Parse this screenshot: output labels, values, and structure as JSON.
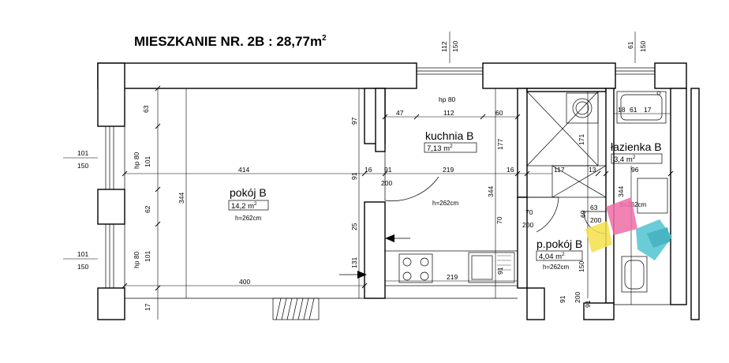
{
  "title": {
    "text": "MIESZKANIE NR. 2B : 28,77m",
    "superscript": "2"
  },
  "rooms": {
    "living": {
      "name": "pokój B",
      "area": "14,2 m",
      "area_sup": "2",
      "height": "h=262cm"
    },
    "kitchen": {
      "name": "kuchnia B",
      "area": "7,13 m",
      "area_sup": "2",
      "height": "h=262cm"
    },
    "bathroom": {
      "name": "łazienka B",
      "area": "3,4 m",
      "area_sup": "2"
    },
    "hall": {
      "name": "p.pokój B",
      "area": "4,04 m",
      "area_sup": "2",
      "height": "h=262cm"
    }
  },
  "labels": {
    "hp80_top": "hp 80",
    "hp80_left1": "hp 80",
    "hp80_left2": "hp 80"
  },
  "dimensions": {
    "d112": "112",
    "d150a": "150",
    "d61": "61",
    "d150b": "150",
    "d47": "47",
    "d112b": "112",
    "d60": "60",
    "d18": "18",
    "d61b": "61",
    "d17": "17",
    "d63": "63",
    "d97": "97",
    "d177": "177",
    "d171": "171",
    "d101a": "101",
    "d150c": "150",
    "d101b": "101",
    "d414": "414",
    "d16a": "16",
    "d91a": "91",
    "d219a": "219",
    "d16b": "16",
    "d117": "117",
    "d13": "13",
    "d96": "96",
    "d200a": "200",
    "d344a": "344",
    "d62": "62",
    "d91b": "91",
    "d344b": "344",
    "d344c": "344",
    "d70a": "70",
    "d200b": "200",
    "d69": "69",
    "d63b": "63",
    "d200c": "200",
    "h262b": "h=262cm",
    "d25": "25",
    "d70b": "70",
    "d101c": "101",
    "d150d": "150",
    "d101d": "101",
    "d131": "131",
    "d400": "400",
    "d219b": "219",
    "d91c": "91",
    "d17b": "17",
    "d91d": "91",
    "d200d": "200",
    "d91e": "91",
    "d150e": "150"
  }
}
